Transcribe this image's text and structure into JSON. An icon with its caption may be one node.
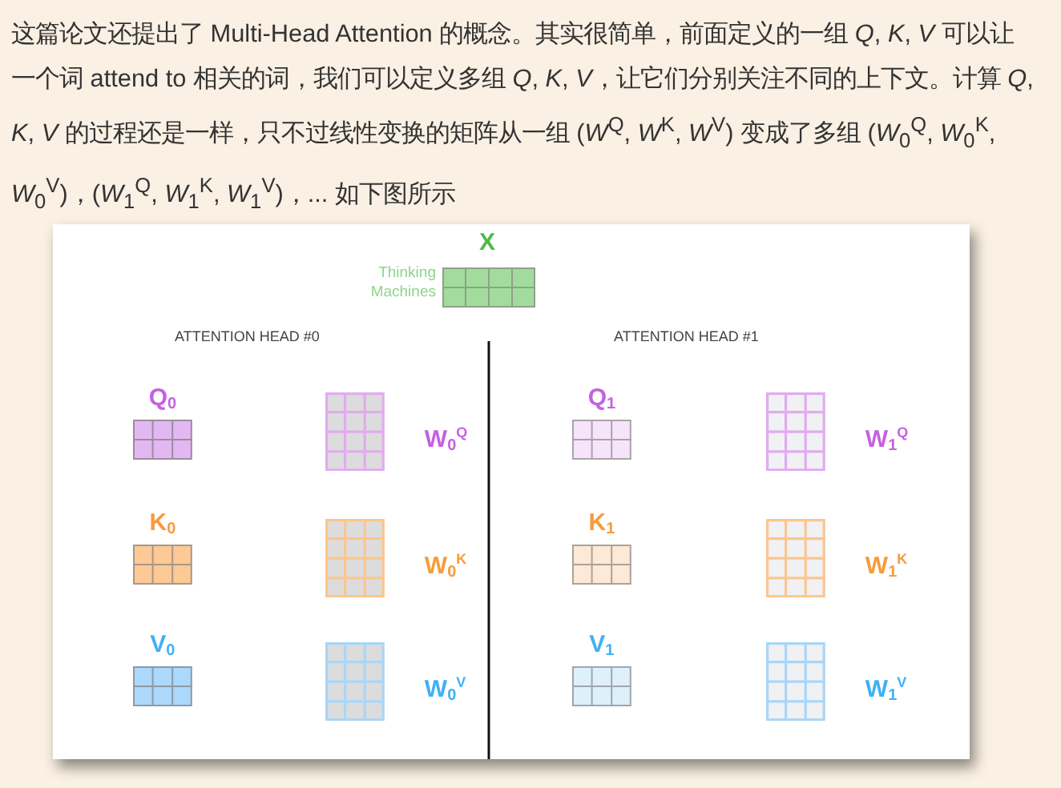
{
  "diagram": {
    "nodes": [
      {
        "text": [
          "X"
        ],
        "beside": [
          "Thinking Machines"
        ]
      },
      {
        "text": [
          "Q$_{0}$"
        ]
      },
      {
        "text": [
          "W$_{0}$$^{Q}$"
        ]
      },
      {
        "text": [
          "K$_{0}$"
        ]
      },
      {
        "text": [
          "W$_{0}$$^{K}$"
        ]
      },
      {
        "text": [
          "V$_{0}$"
        ]
      },
      {
        "text": [
          "W$_{0}$$^{V}$"
        ]
      },
      {
        "text": [
          "Q$_{1}$"
        ]
      },
      {
        "text": [
          "W$_{1}$$^{Q}$"
        ]
      },
      {
        "text": [
          "K$_{1}$"
        ]
      },
      {
        "text": [
          "W$_{1}$$^{K}$"
        ]
      },
      {
        "text": [
          "V$_{1}$"
        ]
      },
      {
        "text": [
          "W$_{1}$$^{V}$"
        ]
      }
    ],
    "labels": [
      "这篇论文还提出了 Multi-Head Attention 的概念。其实很简单，前面定义的一组 *Q*, *K*, *V* 可以让一个词 attend to 相关的词，我们可以定义多组 *Q*, *K*, *V*，让它们分别关注不同的上下文。计算 *Q*, *K*, *V* 的过程还是一样，只不过线性变换的矩阵从一组 (*W*$^{Q}$, *W*$^{K}$, *W*$^{V}$) 变成了多组 (*W*$_{0}$$^{Q}$, *W*$_{0}$$^{K}$, *W*$_{0}$$^{V}$)，(*W*$_{1}$$^{Q}$, *W*$_{1}$$^{K}$, *W*$_{1}$$^{V}$)，... 如下图所示",
      "ATTENTION HEAD #0",
      "ATTENTION HEAD #1"
    ]
  }
}
